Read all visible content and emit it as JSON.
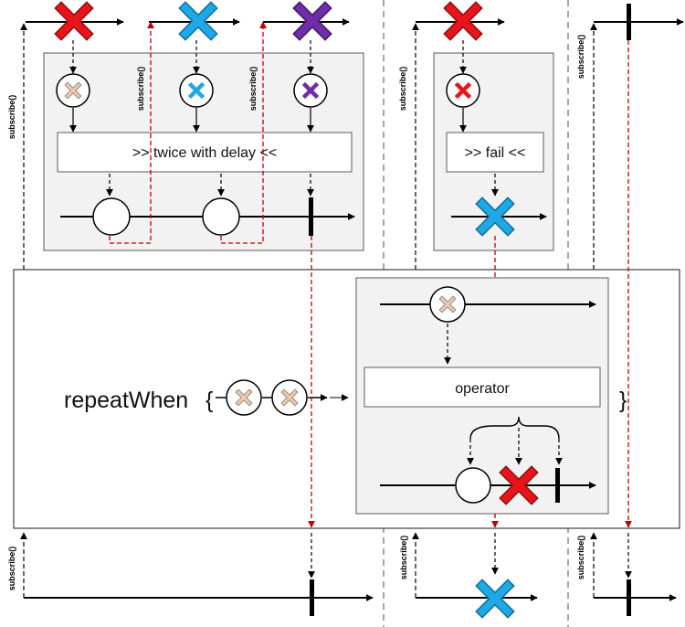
{
  "subscribe_label": "subscribe()",
  "left_panel": {
    "operator_label": ">> twice with delay <<"
  },
  "middle_panel": {
    "operator_label": ">> fail <<"
  },
  "main_box": {
    "function_name": "repeatWhen",
    "open_brace": "{",
    "close_brace": "}",
    "inner_operator_label": "operator"
  },
  "colors": {
    "red": "#e8141b",
    "blue": "#1ea8e6",
    "purple": "#6f2da8",
    "dashed_red": "#c00000",
    "panel_fill": "#f2f2f2"
  },
  "icons": [
    "error-x-icon",
    "completion-bar-icon",
    "circle-event-icon",
    "arrow-right-icon"
  ]
}
